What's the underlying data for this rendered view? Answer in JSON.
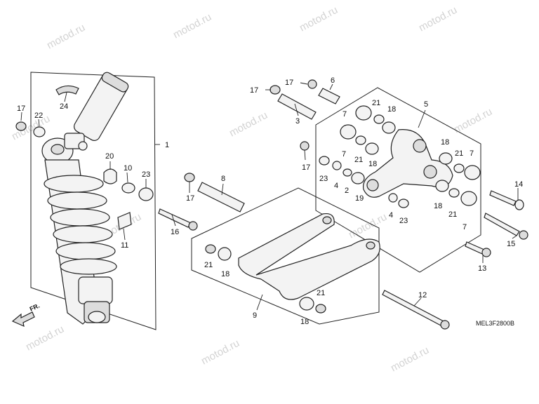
{
  "watermark": "motod.ru",
  "diagram_code": "MEL3F2800B",
  "front_marker": "FR.",
  "callouts": {
    "c1": "1",
    "c2": "2",
    "c3": "3",
    "c4a": "4",
    "c4b": "4",
    "c5": "5",
    "c6": "6",
    "c7a": "7",
    "c7b": "7",
    "c7c": "7",
    "c7d": "7",
    "c8": "8",
    "c9": "9",
    "c10": "10",
    "c11": "11",
    "c12": "12",
    "c13": "13",
    "c14": "14",
    "c15": "15",
    "c16": "16",
    "c17a": "17",
    "c17b": "17",
    "c17c": "17",
    "c17d": "17",
    "c17e": "17",
    "c18a": "18",
    "c18b": "18",
    "c18c": "18",
    "c18d": "18",
    "c18e": "18",
    "c18f": "18",
    "c19": "19",
    "c20": "20",
    "c21a": "21",
    "c21b": "21",
    "c21c": "21",
    "c21d": "21",
    "c21e": "21",
    "c21f": "21",
    "c22": "22",
    "c23a": "23",
    "c23b": "23",
    "c23c": "23",
    "c24": "24"
  }
}
